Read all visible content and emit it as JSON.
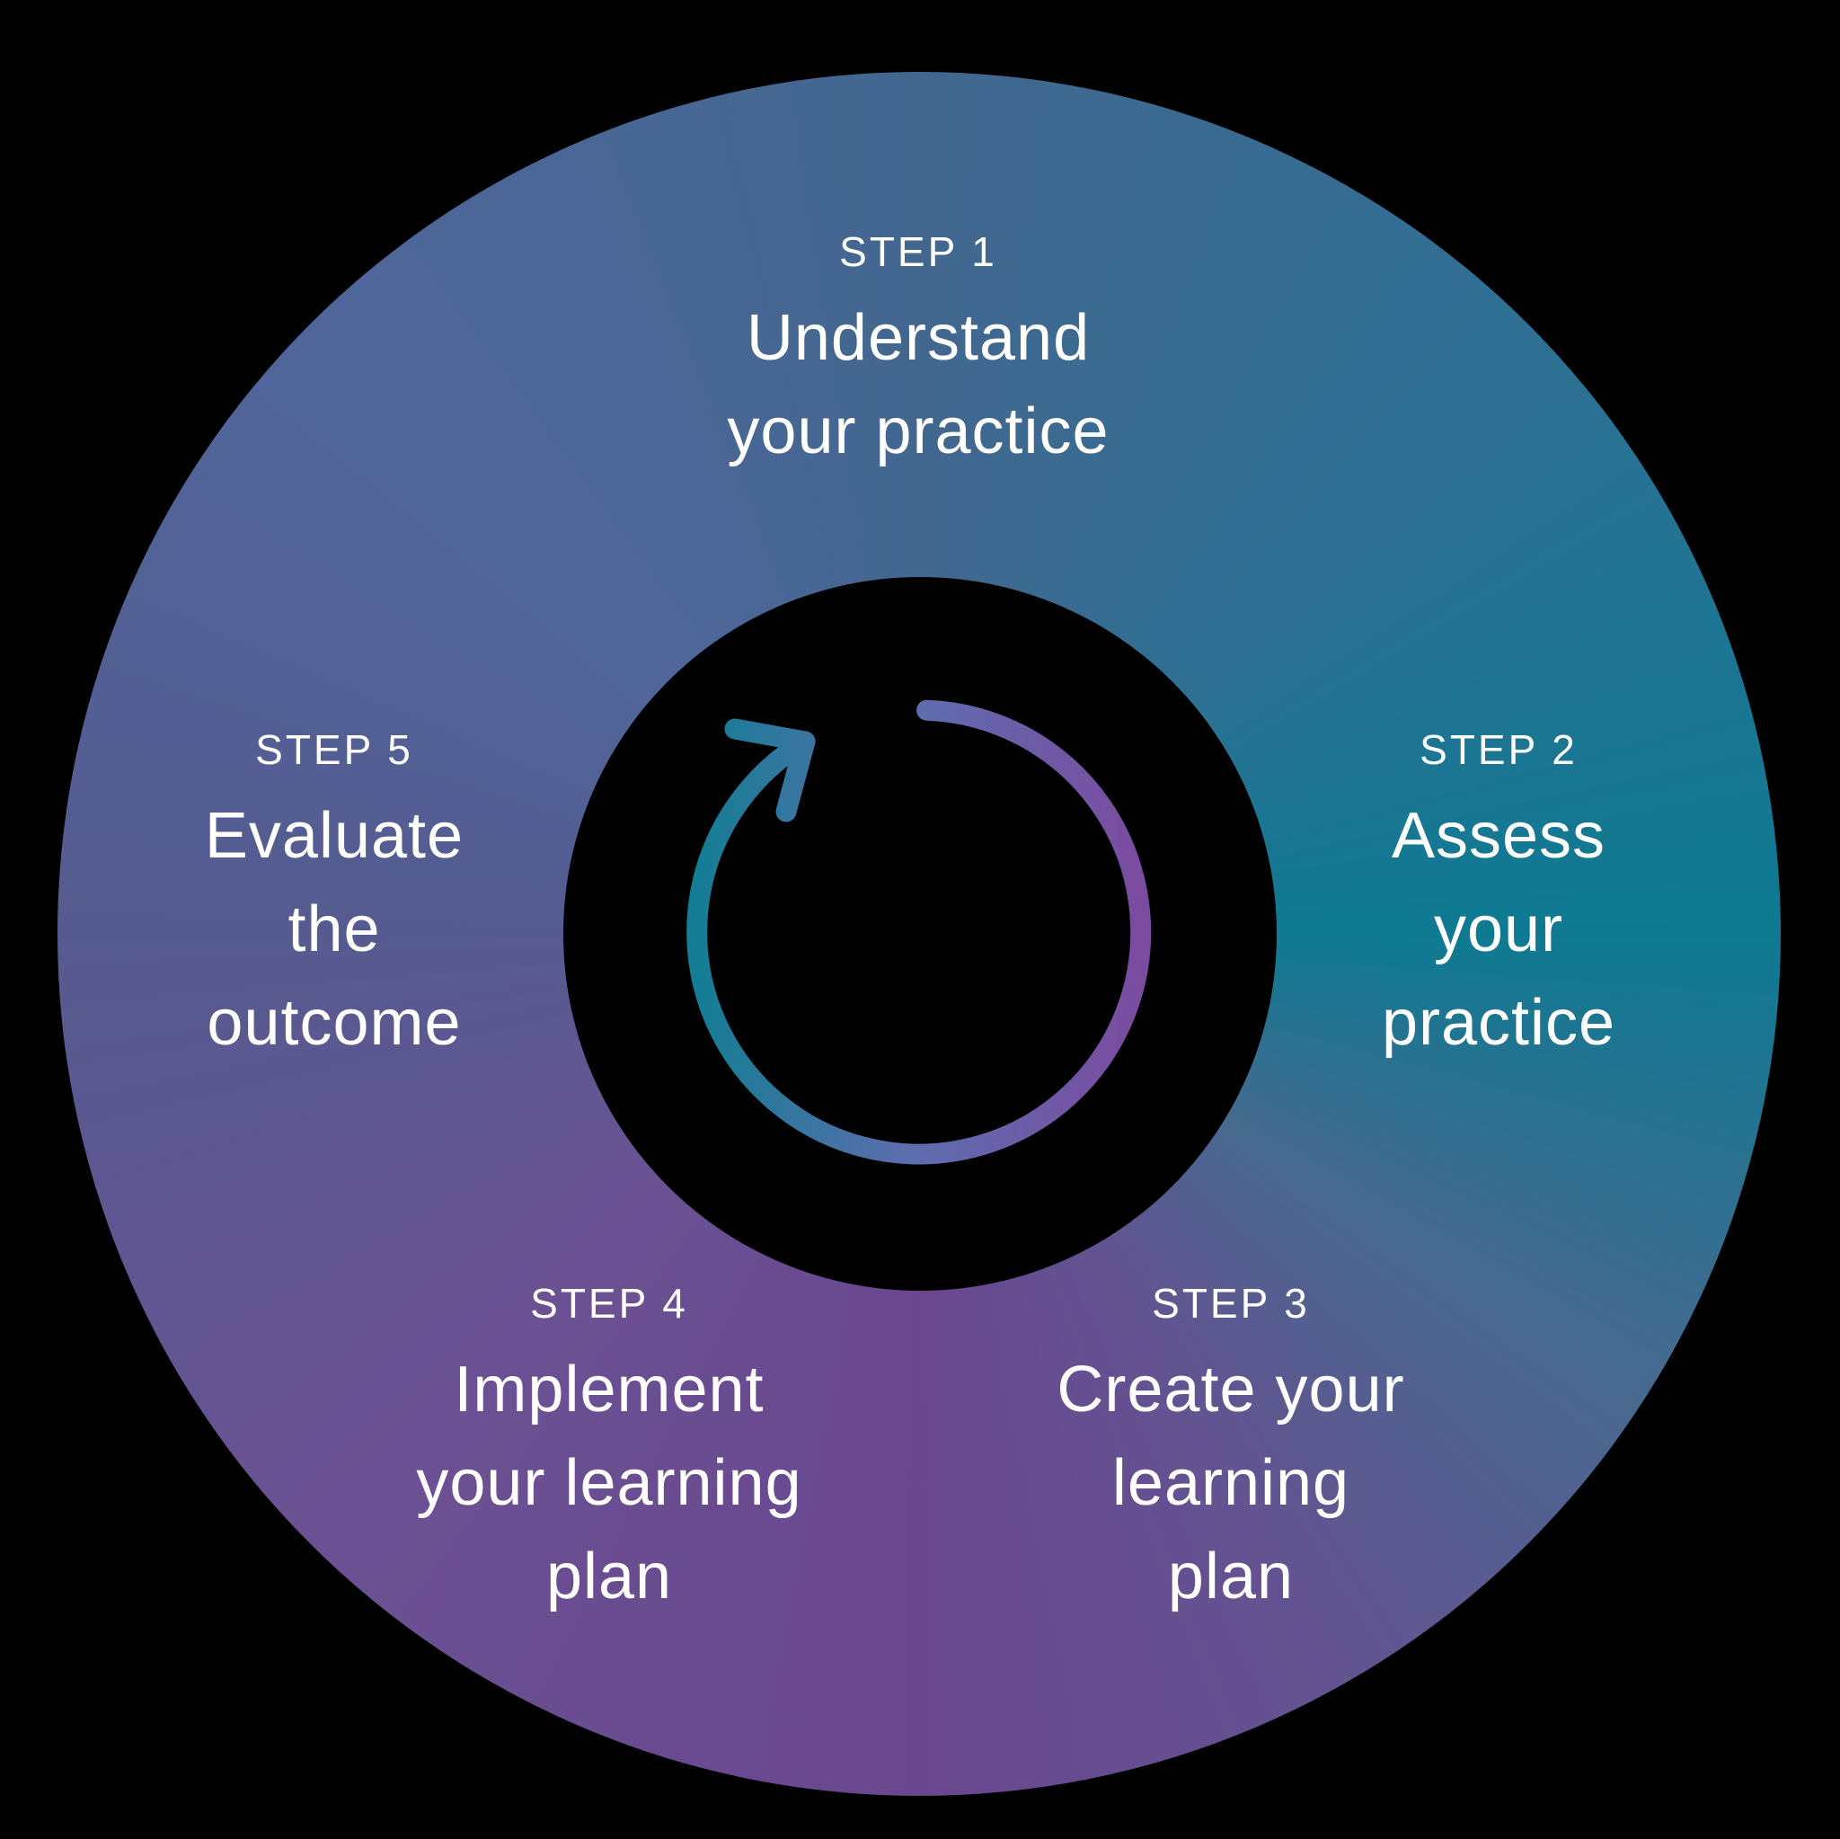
{
  "diagram": {
    "name": "five-step-cycle-diagram",
    "background_color": "#000000",
    "text_color": "#ffffff",
    "ring_colors": {
      "top": "#42678f",
      "upper_right": "#2e7094",
      "right": "#0e7a92",
      "lower_right": "#635391",
      "bottom": "#69478f",
      "lower_left": "#6b5193",
      "left": "#555b90",
      "upper_left": "#50669b"
    },
    "center_icon": {
      "name": "cycle-arrow-icon",
      "description": "circular clockwise arrow",
      "gradient": [
        "#147d95",
        "#5f6dafff",
        "#7b4ba0"
      ]
    }
  },
  "steps": [
    {
      "label": "STEP 1",
      "lines": [
        "Understand",
        "your practice"
      ]
    },
    {
      "label": "STEP 2",
      "lines": [
        "Assess",
        "your",
        "practice"
      ]
    },
    {
      "label": "STEP 3",
      "lines": [
        "Create your",
        "learning",
        "plan"
      ]
    },
    {
      "label": "STEP 4",
      "lines": [
        "Implement",
        "your learning",
        "plan"
      ]
    },
    {
      "label": "STEP 5",
      "lines": [
        "Evaluate",
        "the",
        "outcome"
      ]
    }
  ]
}
